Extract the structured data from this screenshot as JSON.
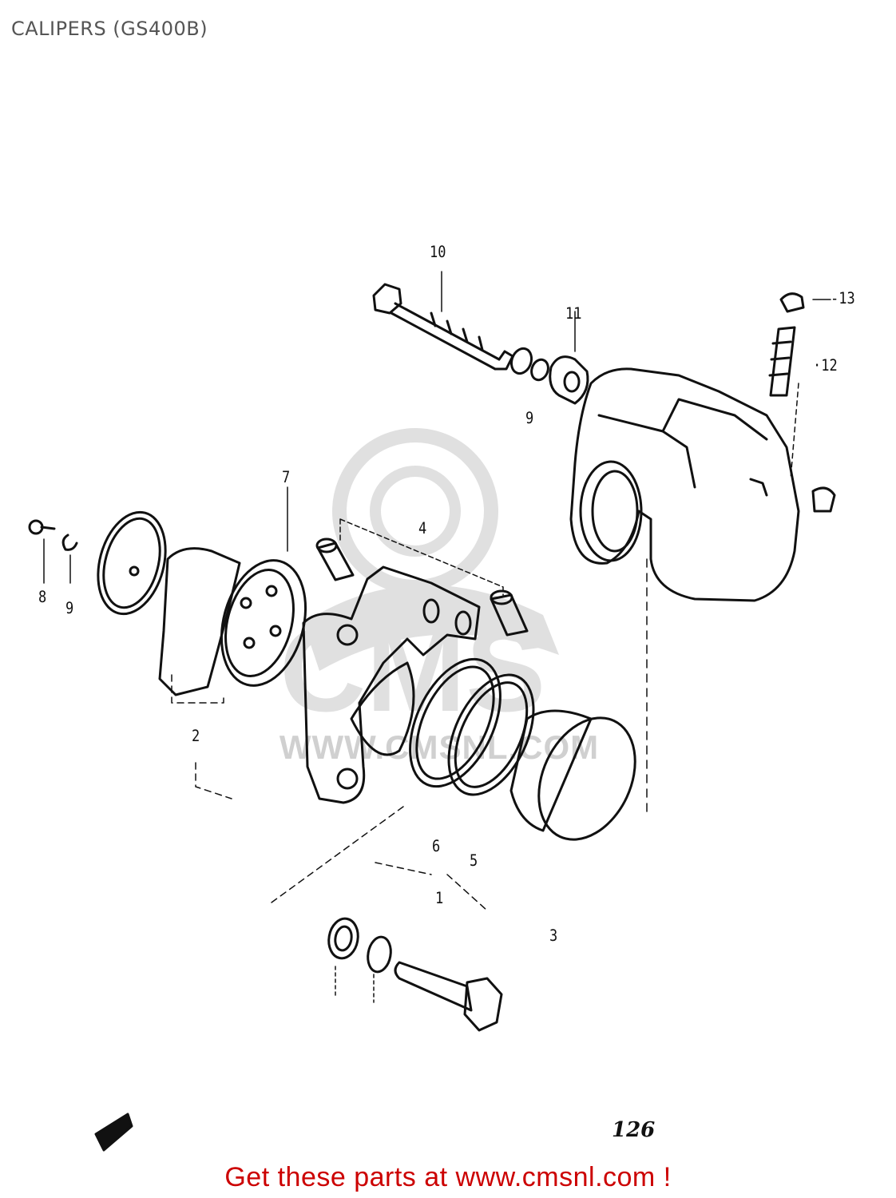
{
  "header": {
    "title": "CALIPERS (GS400B)"
  },
  "watermark": {
    "text": "WWW.CMSNL.COM"
  },
  "callouts": [
    {
      "label": "10"
    },
    {
      "label": "11"
    },
    {
      "label": "-13"
    },
    {
      "label": "·12"
    },
    {
      "label": "9"
    },
    {
      "label": "7"
    },
    {
      "label": "4"
    },
    {
      "label": "8"
    },
    {
      "label": "9"
    },
    {
      "label": "2"
    },
    {
      "label": "5"
    },
    {
      "label": "6"
    },
    {
      "label": "1"
    },
    {
      "label": "3"
    }
  ],
  "footer": {
    "page_number": "126",
    "cta": "Get these parts at www.cmsnl.com !"
  }
}
